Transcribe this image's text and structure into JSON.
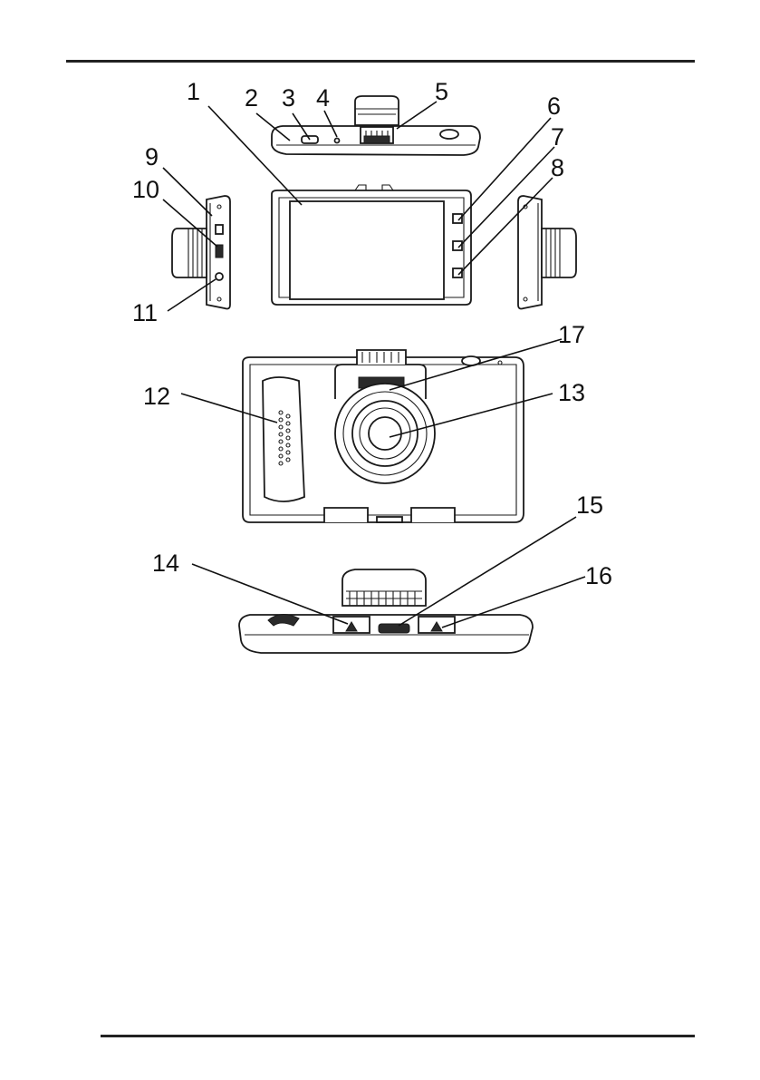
{
  "callouts": [
    {
      "label": "1"
    },
    {
      "label": "2"
    },
    {
      "label": "3"
    },
    {
      "label": "4"
    },
    {
      "label": "5"
    },
    {
      "label": "6"
    },
    {
      "label": "7"
    },
    {
      "label": "8"
    },
    {
      "label": "9"
    },
    {
      "label": "10"
    },
    {
      "label": "11"
    },
    {
      "label": "12"
    },
    {
      "label": "13"
    },
    {
      "label": "14"
    },
    {
      "label": "15"
    },
    {
      "label": "16"
    },
    {
      "label": "17"
    }
  ],
  "colors": {
    "ink": "#111111",
    "background": "#ffffff"
  }
}
